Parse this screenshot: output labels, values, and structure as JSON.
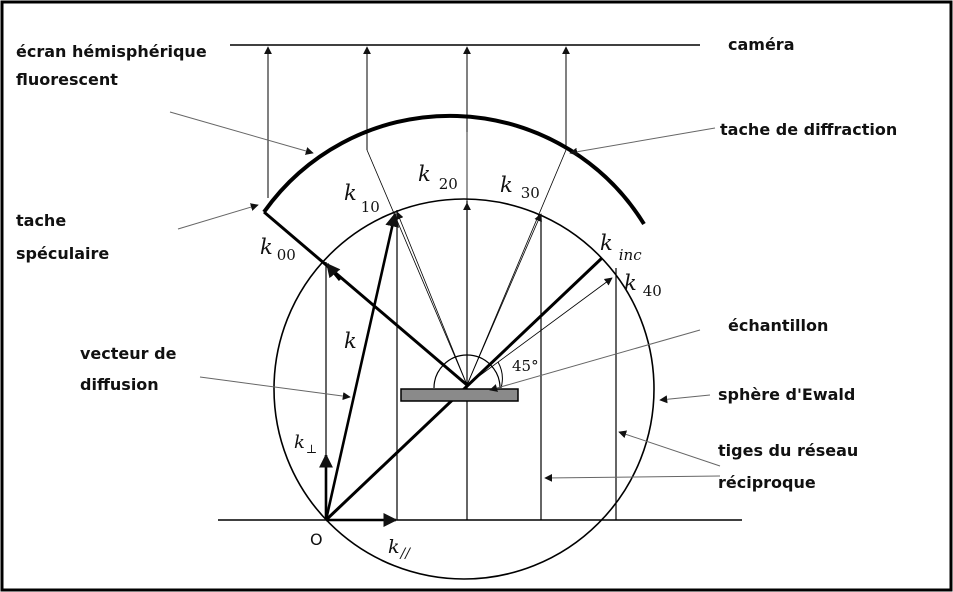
{
  "labels": {
    "screen": "écran hémisphérique",
    "screen2": "fluorescent",
    "camera": "caméra",
    "spot": "tache de diffraction",
    "specular": "tache",
    "specular2": "spéculaire",
    "scattering": "vecteur de",
    "scattering2": "diffusion",
    "sample": "échantillon",
    "ewald": "sphère d'Ewald",
    "rods": "tiges du réseau",
    "rods2": "réciproque",
    "angle": "45°",
    "origin": "O"
  },
  "vectors": {
    "k": "k",
    "k_perp": "k",
    "k_perp_sub": "⊥",
    "k_par": "k",
    "k_par_sub": "//",
    "k_inc": "k",
    "k_inc_sub": "inc",
    "k00": "k",
    "k00_sub": "00",
    "k10": "k",
    "k10_sub": "10",
    "k20": "k",
    "k20_sub": "20",
    "k30": "k",
    "k30_sub": "30",
    "k40": "k",
    "k40_sub": "40"
  }
}
